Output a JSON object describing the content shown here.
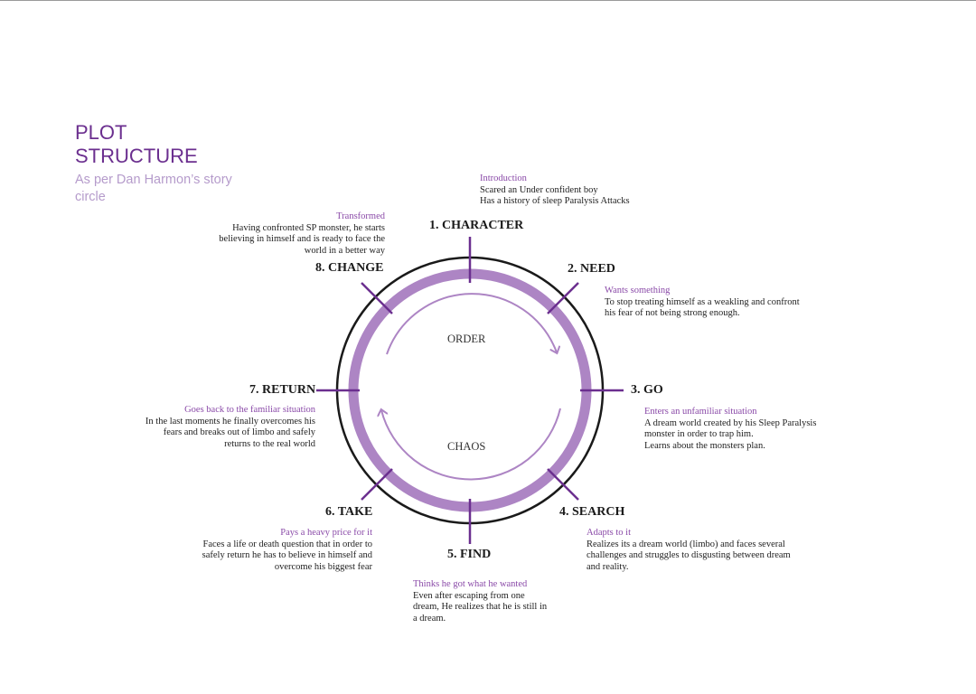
{
  "title_lines": [
    "PLOT",
    "STRUCTURE"
  ],
  "subtitle": "As per Dan Harmon’s story circle",
  "center": {
    "top": "ORDER",
    "bottom": "CHAOS"
  },
  "colors": {
    "accent": "#6b2f8f",
    "ring": "#ad85c4",
    "heading": "#8a4aa8"
  },
  "stages": [
    {
      "label": "1. CHARACTER",
      "heading": "Introduction",
      "body": "Scared an Under confident boy\nHas a history of sleep Paralysis Attacks"
    },
    {
      "label": "2. NEED",
      "heading": "Wants something",
      "body": "To stop treating himself as a weakling and confront\nhis fear of not being strong enough."
    },
    {
      "label": "3. GO",
      "heading": "Enters an unfamiliar situation",
      "body": "A dream world created by his Sleep Paralysis\nmonster in order to trap him.\nLearns about the monsters plan."
    },
    {
      "label": "4. SEARCH",
      "heading": "Adapts to it",
      "body": "Realizes its a dream world (limbo) and faces several\nchallenges and struggles to disgusting between dream\nand reality."
    },
    {
      "label": "5. FIND",
      "heading": "Thinks he got what he wanted",
      "body": "Even after escaping from one\ndream, He realizes that he is still in\na dream."
    },
    {
      "label": "6. TAKE",
      "heading": "Pays a heavy price for it",
      "body": "Faces a life or death question that in order to\nsafely return he has to believe in himself and\novercome his biggest fear"
    },
    {
      "label": "7. RETURN",
      "heading": "Goes back to the familiar situation",
      "body": "In the last moments he finally overcomes his\nfears and breaks out of limbo and safely\nreturns to the real world"
    },
    {
      "label": "8. CHANGE",
      "heading": "Transformed",
      "body": "Having confronted SP monster, he starts\nbelieving in himself and is ready to face the\nworld in a better way"
    }
  ]
}
